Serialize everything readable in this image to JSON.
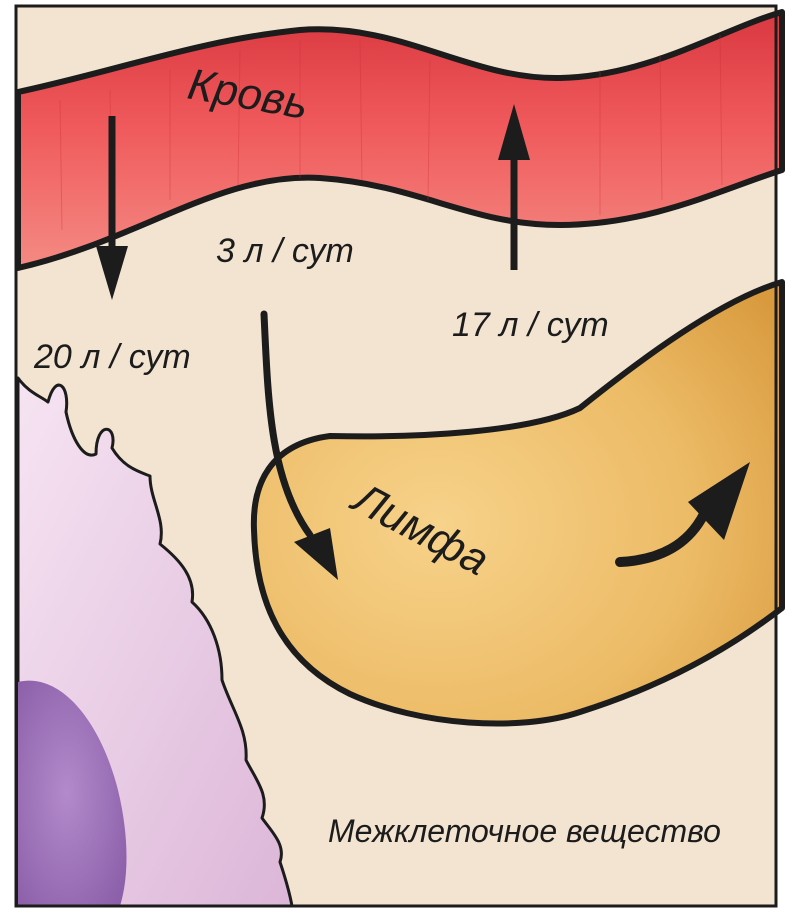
{
  "labels": {
    "blood": "Кровь",
    "lymph": "Лимфа",
    "interstitial": "Межклеточное вещество"
  },
  "flows": {
    "filtration": "20 л / сут",
    "reabsorption": "17 л / сут",
    "to_lymph": "3 л / сут"
  },
  "icons": {
    "filtration_arrow": "arrow-down-icon",
    "reabsorption_arrow": "arrow-up-icon",
    "lymph_arrow": "curved-arrow-icon",
    "lymph_outflow_arrow": "curved-arrow-icon"
  },
  "colors": {
    "background": "#f3e4d2",
    "blood": "#e8454a",
    "lymph": "#e9b85e",
    "cell": "#e6c8e4",
    "nucleus": "#a57bb8",
    "outline": "#1c1c1c"
  }
}
